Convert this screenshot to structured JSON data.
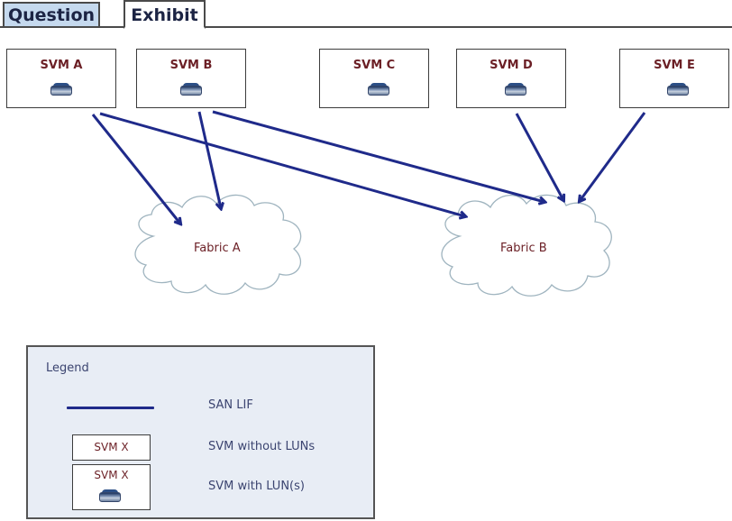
{
  "tabs": [
    {
      "label": "Question",
      "active": false
    },
    {
      "label": "Exhibit",
      "active": true
    }
  ],
  "svms": [
    {
      "id": "A",
      "label": "SVM A",
      "has_luns": true
    },
    {
      "id": "B",
      "label": "SVM B",
      "has_luns": true
    },
    {
      "id": "C",
      "label": "SVM C",
      "has_luns": true
    },
    {
      "id": "D",
      "label": "SVM D",
      "has_luns": true
    },
    {
      "id": "E",
      "label": "SVM E",
      "has_luns": true
    }
  ],
  "fabrics": [
    {
      "id": "A",
      "label": "Fabric A"
    },
    {
      "id": "B",
      "label": "Fabric B"
    }
  ],
  "san_lifs": [
    {
      "from": "SVM A",
      "to": "Fabric A"
    },
    {
      "from": "SVM A",
      "to": "Fabric B"
    },
    {
      "from": "SVM B",
      "to": "Fabric A"
    },
    {
      "from": "SVM B",
      "to": "Fabric B"
    },
    {
      "from": "SVM D",
      "to": "Fabric B"
    },
    {
      "from": "SVM E",
      "to": "Fabric B"
    }
  ],
  "legend": {
    "title": "Legend",
    "items": [
      {
        "symbol": "line",
        "label": "SAN LIF"
      },
      {
        "symbol": "box",
        "box_label": "SVM X",
        "label": "SVM without LUNs"
      },
      {
        "symbol": "box-with-lun",
        "box_label": "SVM X",
        "label": "SVM with LUN(s)"
      }
    ]
  },
  "colors": {
    "lif_line": "#1f2a8a",
    "svm_label": "#6b1f25",
    "cloud_outline": "#9fb4bf",
    "legend_bg": "#e8edf5",
    "active_tab_bg": "#ffffff",
    "inactive_tab_bg": "#c5d9ee"
  }
}
